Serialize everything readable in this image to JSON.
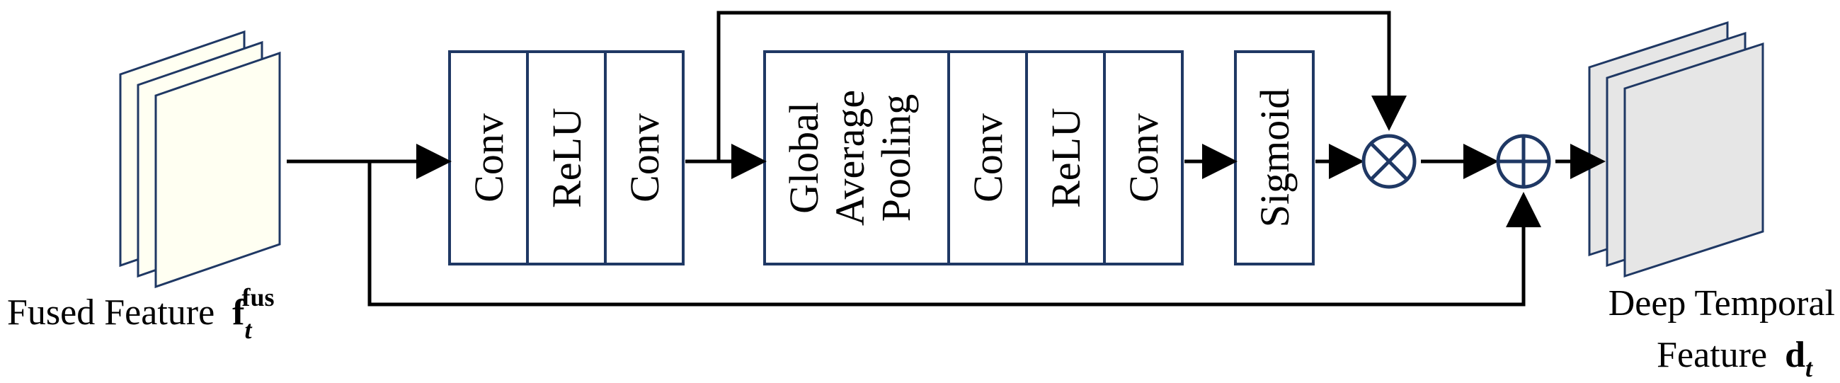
{
  "input": {
    "caption": "Fused Feature",
    "symbol": "f",
    "subscript": "t",
    "superscript": "fus",
    "sheet_color": "#fffff2"
  },
  "output": {
    "caption_line1": "Deep Temporal",
    "caption_line2": "Feature",
    "symbol": "d",
    "subscript": "t",
    "sheet_color": "#e6e6e6"
  },
  "block1": {
    "layers": [
      "Conv",
      "ReLU",
      "Conv"
    ]
  },
  "block2": {
    "gap_lines": [
      "Global",
      "Average",
      "Pooling"
    ],
    "layers": [
      "Conv",
      "ReLU",
      "Conv"
    ]
  },
  "sigmoid": {
    "label": "Sigmoid"
  },
  "operators": {
    "multiply": "⊗",
    "add": "⊕"
  },
  "colors": {
    "box_border": "#1f3864",
    "line": "#000000"
  }
}
